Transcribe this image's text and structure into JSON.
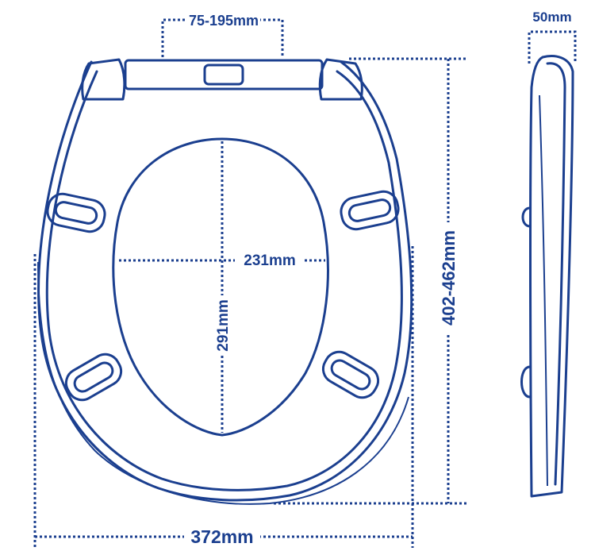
{
  "dimensions": {
    "hinge_spacing": "75-195mm",
    "side_thickness": "50mm",
    "opening_width": "231mm",
    "opening_length": "291mm",
    "seat_length": "402-462mm",
    "seat_width": "372mm"
  },
  "colors": {
    "line": "#1b3f8f",
    "background": "#ffffff"
  }
}
